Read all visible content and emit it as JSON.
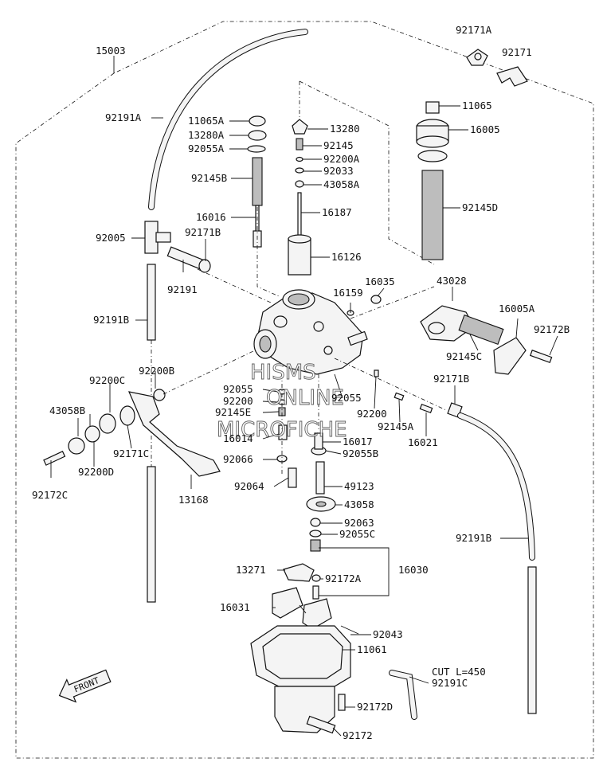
{
  "labels": {
    "l15003": "15003",
    "l92191A": "92191A",
    "l92005": "92005",
    "l92191B": "92191B",
    "l92200B": "92200B",
    "l92200C": "92200C",
    "l43058B": "43058B",
    "l92200D": "92200D",
    "l92171C": "92171C",
    "l92172C": "92172C",
    "l13168": "13168",
    "l11065A": "11065A",
    "l13280A": "13280A",
    "l92055A": "92055A",
    "l92145B": "92145B",
    "l16016": "16016",
    "l92171B_left": "92171B",
    "l92191": "92191",
    "l13280": "13280",
    "l92145": "92145",
    "l92200A": "92200A",
    "l92033": "92033",
    "l43058A": "43058A",
    "l16187": "16187",
    "l16126": "16126",
    "l16159": "16159",
    "l16035": "16035",
    "l92171A": "92171A",
    "l92171": "92171",
    "l11065": "11065",
    "l16005": "16005",
    "l92145D": "92145D",
    "l43028": "43028",
    "l16005A": "16005A",
    "l92172B": "92172B",
    "l92145C": "92145C",
    "l92171B_right": "92171B",
    "l92055_top": "92055",
    "l92200_left": "92200",
    "l92145E": "92145E",
    "l16014": "16014",
    "l92066": "92066",
    "l92064": "92064",
    "l92055_right": "92055",
    "l92200_right": "92200",
    "l92145A": "92145A",
    "l16021": "16021",
    "l16017": "16017",
    "l92055B": "92055B",
    "l49123": "49123",
    "l43058": "43058",
    "l92063": "92063",
    "l92055C": "92055C",
    "l13271": "13271",
    "l92172A": "92172A",
    "l16030": "16030",
    "l16031": "16031",
    "l92043": "92043",
    "l11061": "11061",
    "l_cut": "CUT L=450",
    "l92191C": "92191C",
    "l92172D": "92172D",
    "l92172": "92172",
    "l92191B_right": "92191B"
  },
  "front_arrow": {
    "text": "FRONT"
  },
  "watermark": {
    "line1": "HISMS",
    "line2": "ONLINE",
    "line3": "MICROFICHE"
  }
}
